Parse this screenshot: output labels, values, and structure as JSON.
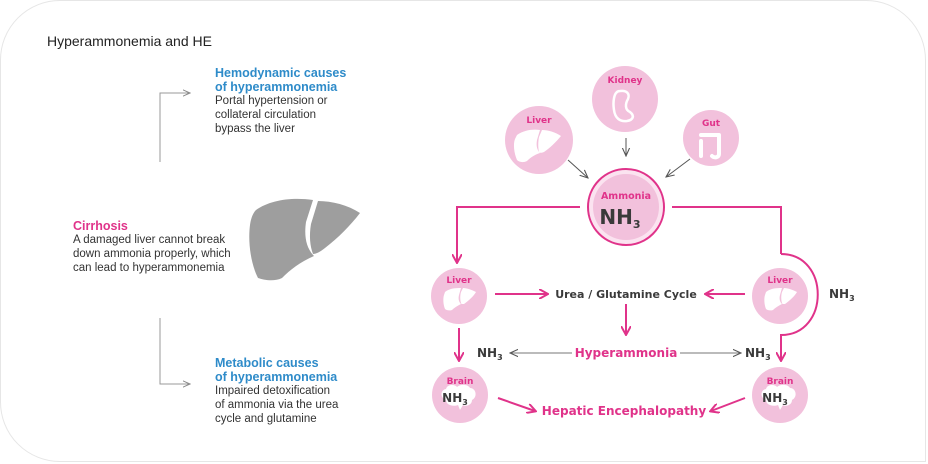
{
  "title": "Hyperammonemia and HE",
  "colors": {
    "accent_pink": "#e0338a",
    "circle_pink": "#f2c1dc",
    "blue": "#2e8bc9",
    "dark_text": "#3a3a3a",
    "liver_gray": "#9e9e9e"
  },
  "left": {
    "hemodynamic": {
      "heading_line1": "Hemodynamic causes",
      "heading_line2": "of hyperammonemia",
      "lines": [
        "Portal hypertension or",
        "collateral circulation",
        "bypass the liver"
      ]
    },
    "cirrhosis": {
      "heading": "Cirrhosis",
      "lines": [
        "A damaged liver cannot break",
        "down ammonia properly, which",
        "can lead to hyperammonemia"
      ],
      "icon": "liver-icon"
    },
    "metabolic": {
      "heading_line1": "Metabolic causes",
      "heading_line2": "of hyperammonemia",
      "lines": [
        "Impaired detoxification",
        "of ammonia via the urea",
        "cycle and glutamine"
      ]
    }
  },
  "diagram": {
    "sources": [
      {
        "label": "Liver",
        "icon": "liver-icon"
      },
      {
        "label": "Kidney",
        "icon": "kidney-icon"
      },
      {
        "label": "Gut",
        "icon": "gut-icon"
      }
    ],
    "ammonia": {
      "label": "Ammonia",
      "formula": "NH",
      "subscript": "3"
    },
    "liver_left": {
      "label": "Liver",
      "icon": "liver-icon"
    },
    "liver_right": {
      "label": "Liver",
      "icon": "liver-icon"
    },
    "cycle": "Urea / Glutamine Cycle",
    "hyperammonia": "Hyperammonia",
    "nh3_left": {
      "formula": "NH",
      "subscript": "3"
    },
    "nh3_right": {
      "formula": "NH",
      "subscript": "3"
    },
    "nh3_bypass": {
      "formula": "NH",
      "subscript": "3"
    },
    "brain_left": {
      "label": "Brain",
      "formula": "NH",
      "subscript": "3",
      "icon": "brain-icon"
    },
    "brain_right": {
      "label": "Brain",
      "formula": "NH",
      "subscript": "3",
      "icon": "brain-icon"
    },
    "outcome": "Hepatic Encephalopathy"
  }
}
